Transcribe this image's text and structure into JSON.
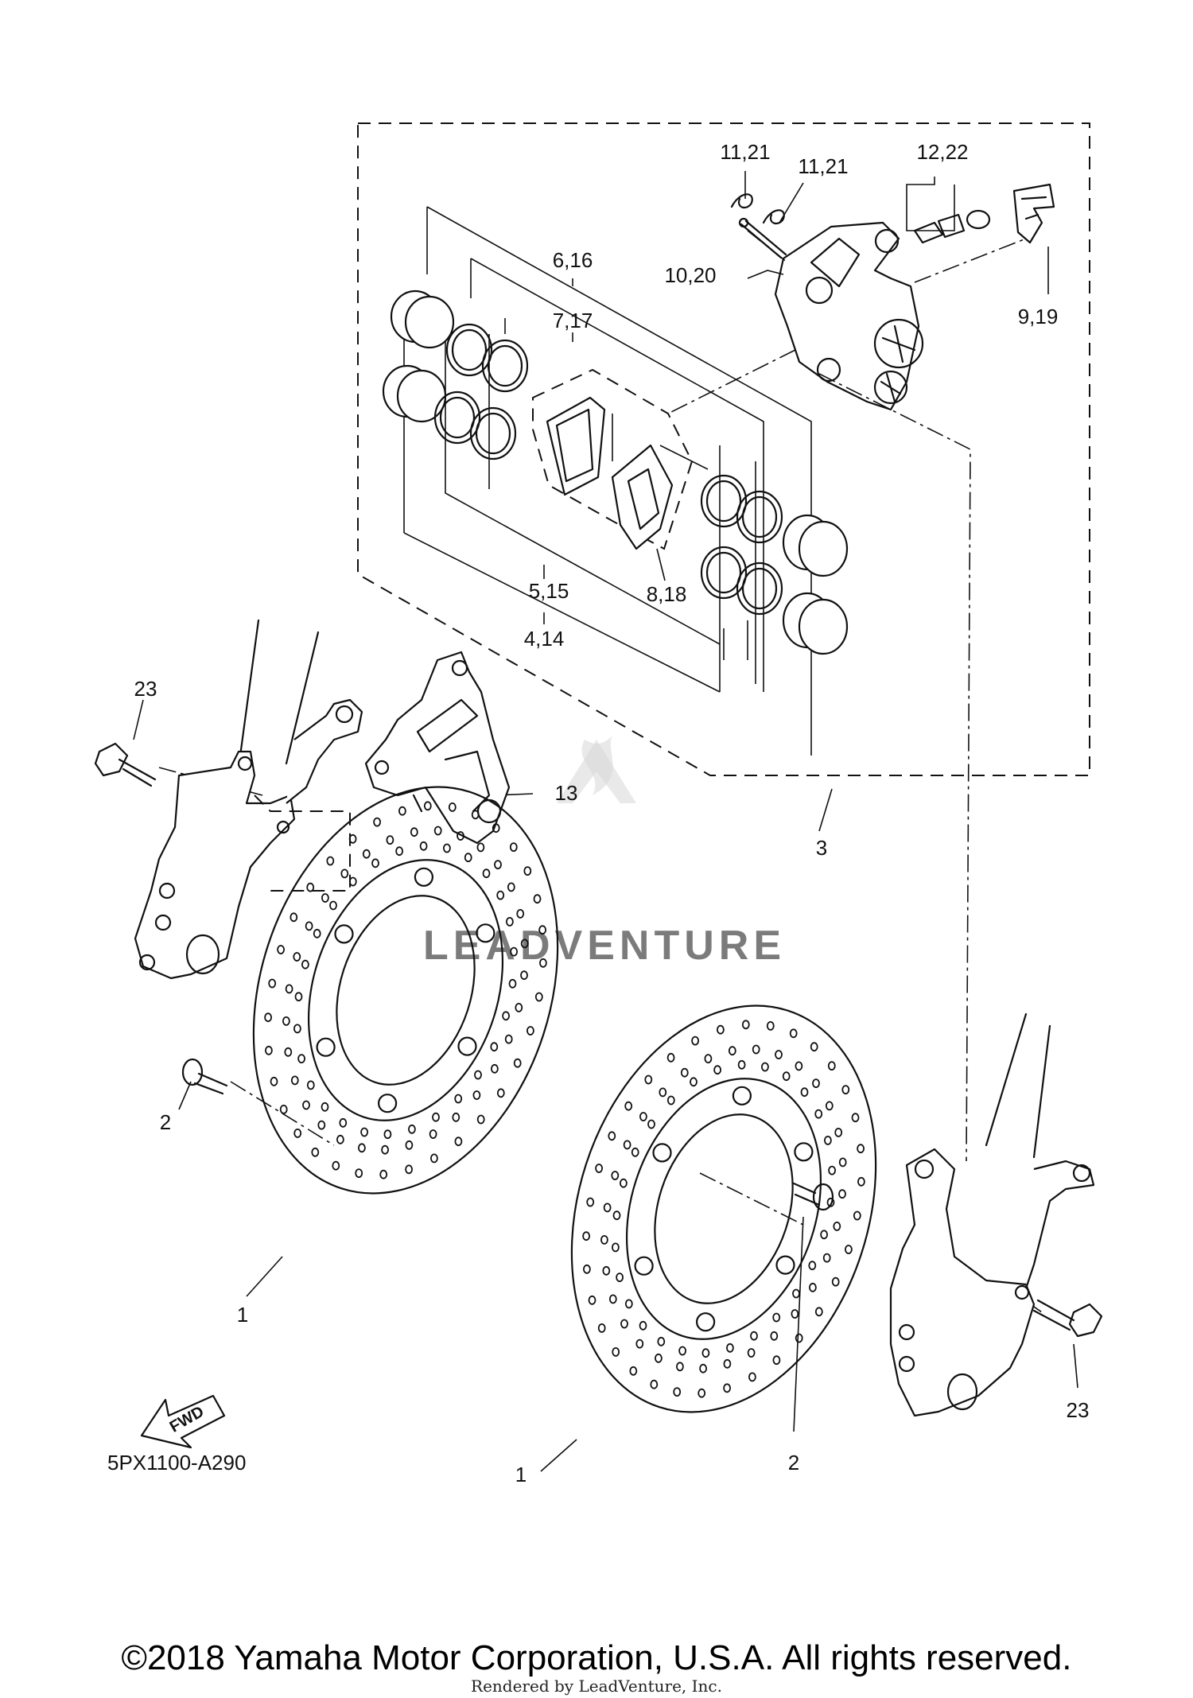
{
  "diagram": {
    "diagram_code": "5PX1100-A290",
    "fwd_label": "FWD",
    "watermark_text": "LEADVENTURE",
    "callouts": {
      "c1a": "1",
      "c1b": "1",
      "c2a": "2",
      "c2b": "2",
      "c3": "3",
      "c4_14": "4,14",
      "c5_15": "5,15",
      "c6_16": "6,16",
      "c7_17": "7,17",
      "c8_18": "8,18",
      "c9_19": "9,19",
      "c10_20": "10,20",
      "c11_21a": "11,21",
      "c11_21b": "11,21",
      "c12_22": "12,22",
      "c13": "13",
      "c23a": "23",
      "c23b": "23"
    }
  },
  "footer": {
    "copyright": "©2018 Yamaha Motor Corporation, U.S.A. All rights reserved.",
    "rendered_by": "Rendered by LeadVenture, Inc."
  }
}
